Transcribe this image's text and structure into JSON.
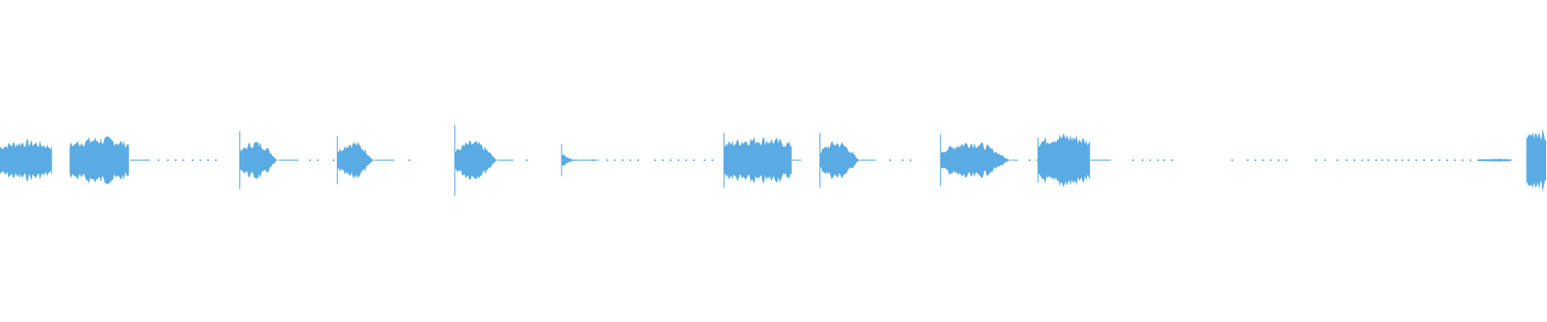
{
  "colors": {
    "background": "#ffffff",
    "waveform": "#5aabe3"
  },
  "waveform": {
    "orientation": "horizontal",
    "baseline": "centered",
    "segments": [
      {
        "kind": "sound",
        "start": 0.0,
        "end": 0.034,
        "peak": 0.06,
        "shape": "flat"
      },
      {
        "kind": "sound",
        "start": 0.045,
        "end": 0.084,
        "peak": 0.07,
        "shape": "flat",
        "tail_end": 0.097
      },
      {
        "kind": "sound",
        "start": 0.155,
        "end": 0.18,
        "peak": 0.07,
        "shape": "swell",
        "onset_peak": 0.18,
        "tail_end": 0.193
      },
      {
        "kind": "sound",
        "start": 0.218,
        "end": 0.242,
        "peak": 0.07,
        "shape": "swell",
        "onset_peak": 0.15,
        "tail_end": 0.255
      },
      {
        "kind": "sound",
        "start": 0.294,
        "end": 0.322,
        "peak": 0.07,
        "shape": "swell",
        "onset_peak": 0.22,
        "tail_end": 0.332
      },
      {
        "kind": "sound",
        "start": 0.363,
        "end": 0.375,
        "peak": 0.02,
        "shape": "click",
        "onset_peak": 0.1,
        "tail_end": 0.387
      },
      {
        "kind": "sound",
        "start": 0.468,
        "end": 0.512,
        "peak": 0.07,
        "shape": "flat",
        "onset_peak": 0.17,
        "tail_end": 0.518
      },
      {
        "kind": "sound",
        "start": 0.53,
        "end": 0.556,
        "peak": 0.07,
        "shape": "swell",
        "onset_peak": 0.17,
        "tail_end": 0.566
      },
      {
        "kind": "sound",
        "start": 0.608,
        "end": 0.654,
        "peak": 0.07,
        "shape": "swell",
        "onset_peak": 0.16,
        "tail_end": 0.658
      },
      {
        "kind": "sound",
        "start": 0.671,
        "end": 0.705,
        "peak": 0.08,
        "shape": "flat",
        "onset_peak": 0.14,
        "tail_end": 0.718
      },
      {
        "kind": "sound",
        "start": 0.955,
        "end": 0.977,
        "peak": 0.004,
        "shape": "flat"
      },
      {
        "kind": "sound",
        "start": 0.987,
        "end": 1.0,
        "peak": 0.1,
        "shape": "flat",
        "onset_peak": 0.14
      }
    ],
    "noise_dots": [
      0.102,
      0.108,
      0.113,
      0.118,
      0.124,
      0.129,
      0.134,
      0.139,
      0.2,
      0.205,
      0.215,
      0.264,
      0.34,
      0.383,
      0.392,
      0.397,
      0.402,
      0.407,
      0.412,
      0.423,
      0.428,
      0.433,
      0.438,
      0.443,
      0.448,
      0.455,
      0.46,
      0.575,
      0.583,
      0.588,
      0.665,
      0.67,
      0.732,
      0.738,
      0.743,
      0.748,
      0.752,
      0.757,
      0.796,
      0.806,
      0.811,
      0.816,
      0.821,
      0.826,
      0.831,
      0.85,
      0.856,
      0.864,
      0.87,
      0.875,
      0.88,
      0.884,
      0.889,
      0.893,
      0.897,
      0.902,
      0.906,
      0.91,
      0.915,
      0.92,
      0.925,
      0.93,
      0.935,
      0.94,
      0.945,
      0.95
    ]
  }
}
